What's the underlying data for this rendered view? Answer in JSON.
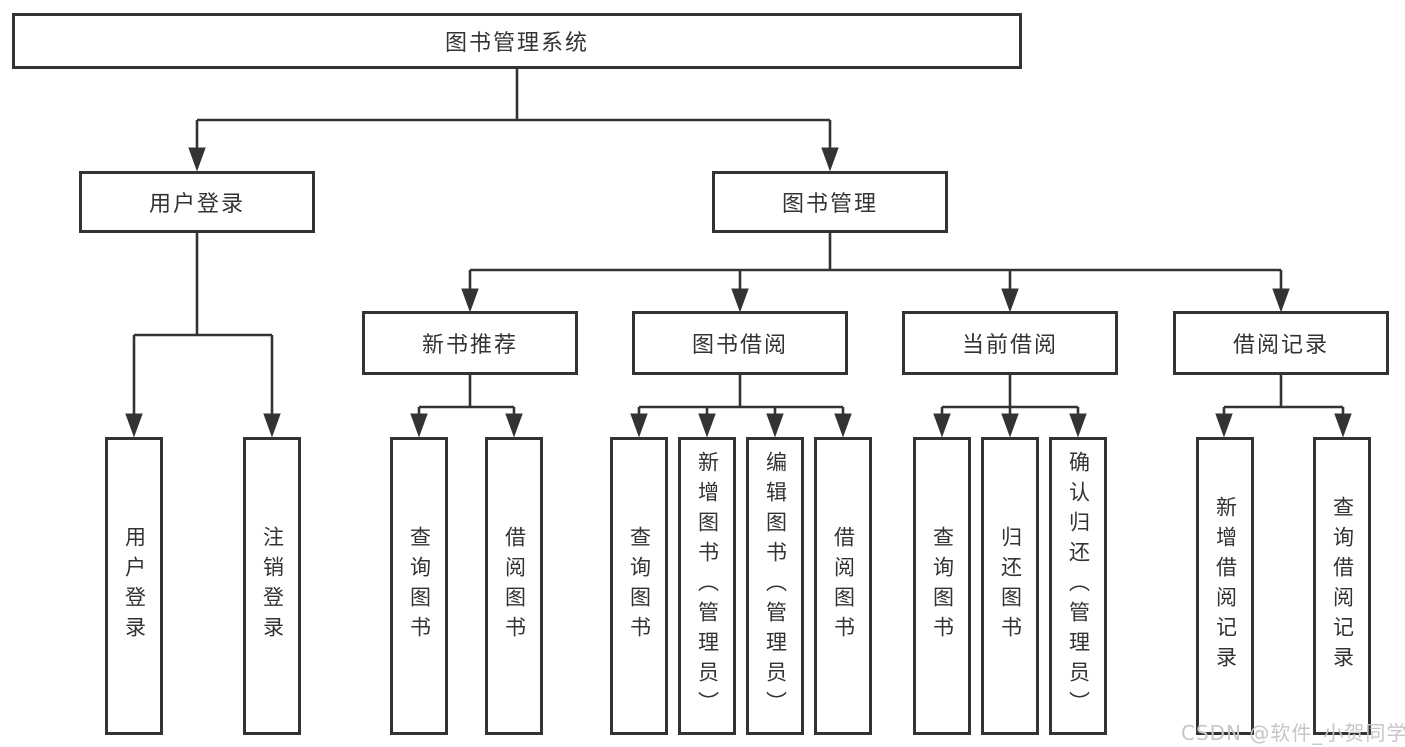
{
  "diagram": {
    "tree": {
      "root": {
        "label": "图书管理系统",
        "children": [
          {
            "label": "用户登录",
            "children": [
              {
                "label": "用户登录"
              },
              {
                "label": "注销登录"
              }
            ]
          },
          {
            "label": "图书管理",
            "children": [
              {
                "label": "新书推荐",
                "children": [
                  {
                    "label": "查询图书"
                  },
                  {
                    "label": "借阅图书"
                  }
                ]
              },
              {
                "label": "图书借阅",
                "children": [
                  {
                    "label": "查询图书"
                  },
                  {
                    "label": "新增图书（管理员）"
                  },
                  {
                    "label": "编辑图书（管理员）"
                  },
                  {
                    "label": "借阅图书"
                  }
                ]
              },
              {
                "label": "当前借阅",
                "children": [
                  {
                    "label": "查询图书"
                  },
                  {
                    "label": "归还图书"
                  },
                  {
                    "label": "确认归还（管理员）"
                  }
                ]
              },
              {
                "label": "借阅记录",
                "children": [
                  {
                    "label": "新增借阅记录"
                  },
                  {
                    "label": "查询借阅记录"
                  }
                ]
              }
            ]
          }
        ]
      }
    },
    "colors": {
      "line": "#333333",
      "text": "#333333",
      "background": "#ffffff",
      "watermark": "#c6c6c6"
    }
  },
  "watermark": {
    "text": "CSDN @软件_小贺同学"
  }
}
